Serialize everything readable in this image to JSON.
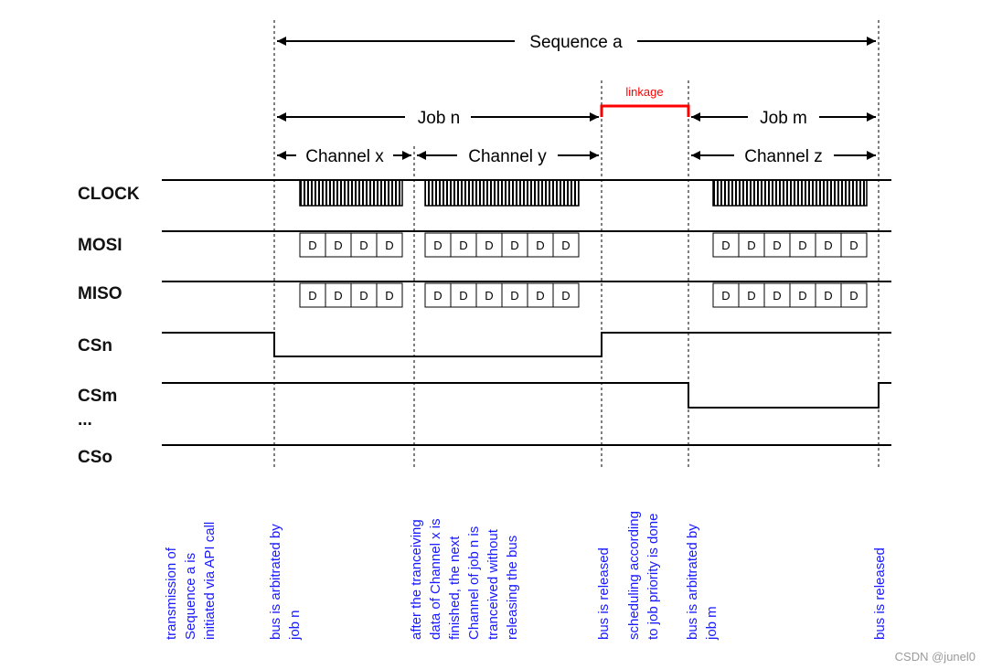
{
  "sequence": {
    "label": "Sequence a"
  },
  "jobs": [
    {
      "label": "Job n"
    },
    {
      "label": "Job m"
    }
  ],
  "linkage_label": "linkage",
  "channels": [
    {
      "label": "Channel x"
    },
    {
      "label": "Channel y"
    },
    {
      "label": "Channel z"
    }
  ],
  "signals": [
    "CLOCK",
    "MOSI",
    "MISO",
    "CSn",
    "CSm",
    "...",
    "CSo"
  ],
  "data_bit_label": "D",
  "annotations": [
    {
      "lines": [
        "transmission of",
        "Sequence a is",
        "initiated via API call"
      ]
    },
    {
      "lines": [
        "bus is arbitrated by",
        "job n"
      ]
    },
    {
      "lines": [
        "after the tranceiving",
        "data of Channel x is",
        "finished, the next",
        "Channel of job n is",
        "tranceived without",
        "releasing the bus"
      ]
    },
    {
      "lines": [
        "bus is released"
      ]
    },
    {
      "lines": [
        "scheduling according",
        "to job priority is done"
      ]
    },
    {
      "lines": [
        "bus is arbitrated by",
        "job m"
      ]
    },
    {
      "lines": [
        "bus is released"
      ]
    }
  ],
  "watermark": "CSDN @junel0",
  "colors": {
    "annotation": "#1a1aff",
    "linkage": "#ff0000",
    "line": "#000000"
  }
}
